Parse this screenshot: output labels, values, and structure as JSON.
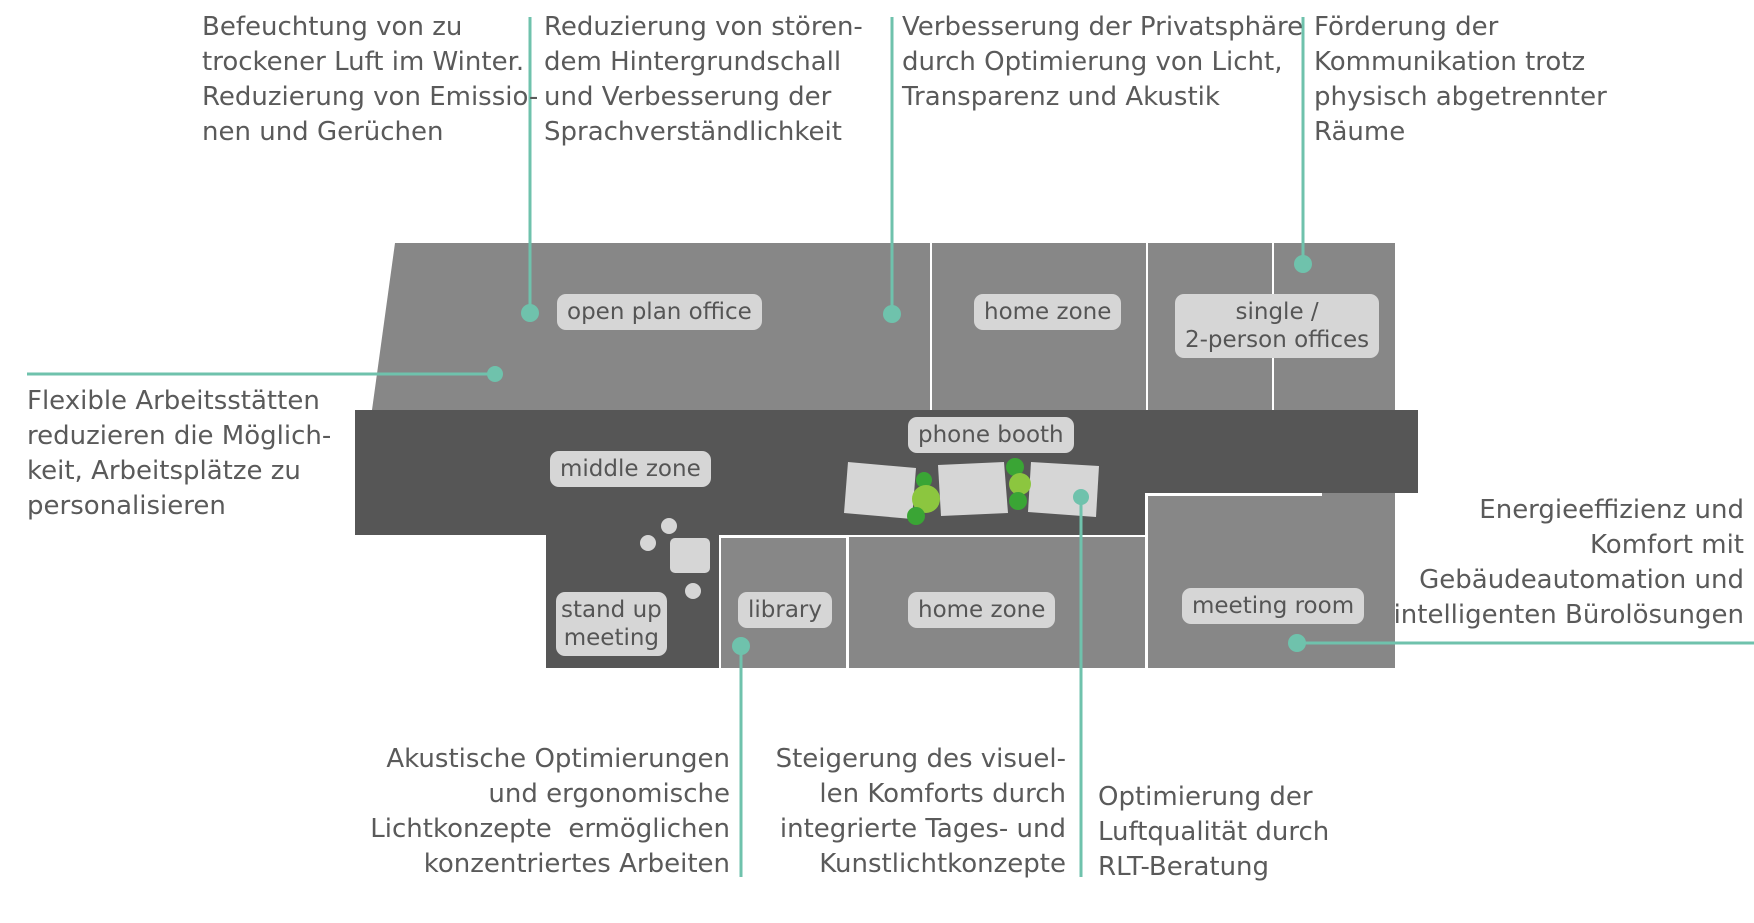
{
  "zones": {
    "open_plan_office": "open plan office",
    "home_zone_top": "home zone",
    "single_offices": "single /\n2-person offices",
    "phone_booth": "phone booth",
    "middle_zone": "middle zone",
    "stand_up_meeting": "stand up\nmeeting",
    "library": "library",
    "home_zone_bottom": "home zone",
    "meeting_room": "meeting room"
  },
  "annotations": {
    "humidification": "Befeuchtung von zu\ntrockener Luft im Winter.\nReduzierung von Emissio-\nnen und Gerüchen",
    "background_noise": "Reduzierung von stören-\ndem Hintergrundschall\nund Verbesserung der\nSprachverständlichkeit",
    "privacy": "Verbesserung der Privatsphäre\ndurch Optimierung von Licht,\nTransparenz und Akustik",
    "communication": "Förderung der\nKommunikation trotz\nphysisch abgetrennter\nRäume",
    "flexible_workplaces": "Flexible Arbeitsstätten\nreduzieren die Möglich-\nkeit, Arbeitsplätze zu\npersonalisieren",
    "energy_efficiency": "Energieeffizienz und\nKomfort mit\nGebäudeautomation und\nintelligenten Bürolösungen",
    "acoustic_optimization": "Akustische Optimierungen\nund ergonomische\nLichtkonzepte  ermöglichen\nkonzentriertes Arbeiten",
    "visual_comfort": "Steigerung des visuel-\nlen Komforts durch\nintegrierte Tages- und\nKunstlichtkonzepte",
    "air_quality": "Optimierung der\nLuftqualität durch\nRLT-Beratung"
  },
  "colors": {
    "room_light": "#878787",
    "room_dark": "#565656",
    "leader": "#6fc2ac",
    "label_bg": "#d6d6d6",
    "text": "#5a5a5a",
    "plant_dark": "#3aa535",
    "plant_light": "#8cc63f"
  }
}
